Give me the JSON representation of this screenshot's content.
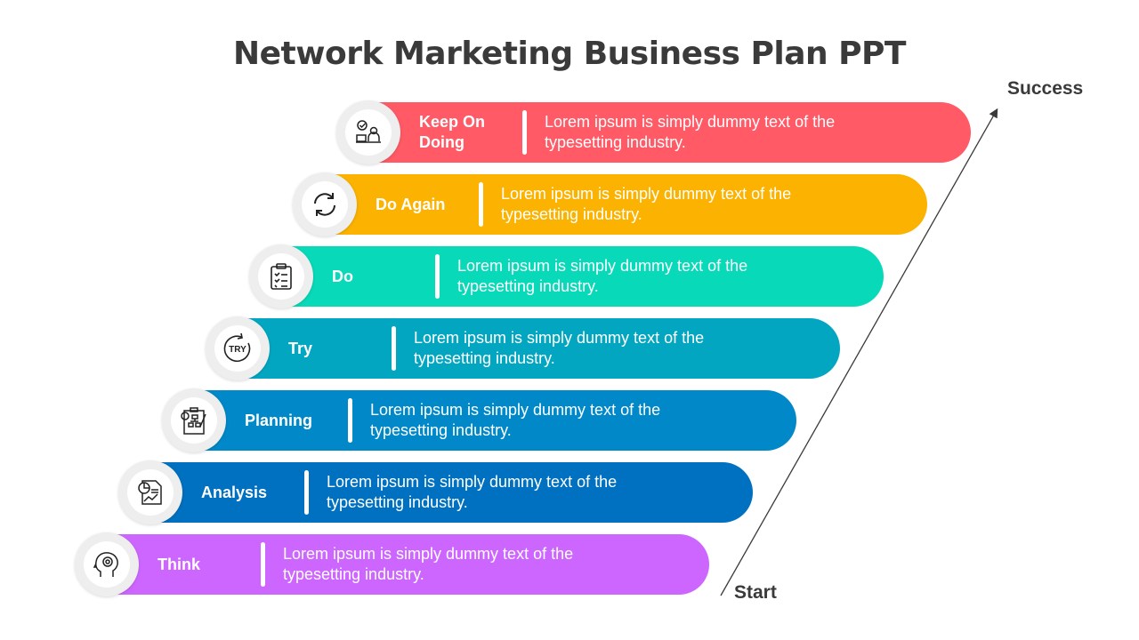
{
  "title": "Network Marketing Business Plan PPT",
  "axis": {
    "end_label": "Success",
    "start_label": "Start"
  },
  "steps": [
    {
      "label": "Keep On Doing",
      "text": "Lorem ipsum is simply dummy text of the typesetting industry.",
      "color": "#FF5A66",
      "icon": "person-laptop-check-icon"
    },
    {
      "label": "Do Again",
      "text": "Lorem ipsum is simply dummy text of the typesetting industry.",
      "color": "#FBB200",
      "icon": "refresh-icon"
    },
    {
      "label": "Do",
      "text": "Lorem ipsum is simply dummy text of the typesetting industry.",
      "color": "#08D9B8",
      "icon": "clipboard-checklist-icon"
    },
    {
      "label": "Try",
      "text": "Lorem ipsum is simply dummy text of the typesetting industry.",
      "color": "#03A6C0",
      "icon": "try-icon",
      "icon_text": "TRY"
    },
    {
      "label": "Planning",
      "text": "Lorem ipsum is simply dummy text of the typesetting industry.",
      "color": "#0088C8",
      "icon": "planning-board-icon"
    },
    {
      "label": "Analysis",
      "text": "Lorem ipsum is simply dummy text of the typesetting industry.",
      "color": "#0070C0",
      "icon": "analysis-report-icon"
    },
    {
      "label": "Think",
      "text": "Lorem ipsum is simply dummy text of the typesetting industry.",
      "color": "#CC66FF",
      "icon": "head-gear-icon"
    }
  ]
}
